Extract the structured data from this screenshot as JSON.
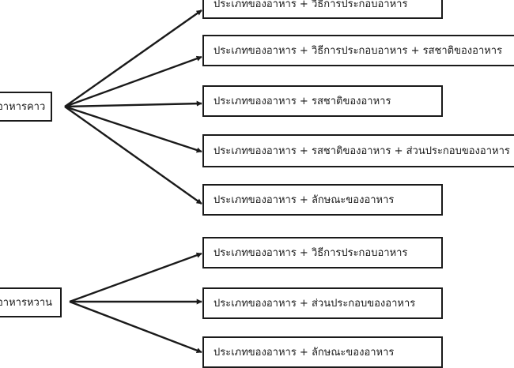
{
  "diagram": {
    "line_color": "#1a1a1a",
    "groups": [
      {
        "root_label": "อาหารคาว",
        "children": [
          "ประเภทของอาหาร + วิธีการประกอบอาหาร",
          "ประเภทของอาหาร + วิธีการประกอบอาหาร + รสชาติของอาหาร",
          "ประเภทของอาหาร + รสชาติของอาหาร",
          "ประเภทของอาหาร + รสชาติของอาหาร + ส่วนประกอบของอาหาร",
          "ประเภทของอาหาร + ลักษณะของอาหาร"
        ]
      },
      {
        "root_label": "อาหารหวาน",
        "children": [
          "ประเภทของอาหาร + วิธีการประกอบอาหาร",
          "ประเภทของอาหาร + ส่วนประกอบของอาหาร",
          "ประเภทของอาหาร + ลักษณะของอาหาร"
        ]
      }
    ]
  }
}
